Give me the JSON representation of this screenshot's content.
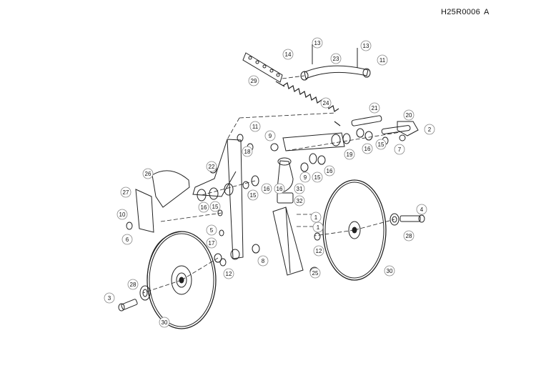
{
  "drawing": {
    "code": "H25R0006",
    "revision": "A"
  },
  "callouts": [
    {
      "n": "13"
    },
    {
      "n": "13"
    },
    {
      "n": "14"
    },
    {
      "n": "23"
    },
    {
      "n": "11"
    },
    {
      "n": "29"
    },
    {
      "n": "24"
    },
    {
      "n": "21"
    },
    {
      "n": "20"
    },
    {
      "n": "2"
    },
    {
      "n": "11"
    },
    {
      "n": "9"
    },
    {
      "n": "18"
    },
    {
      "n": "16"
    },
    {
      "n": "15"
    },
    {
      "n": "7"
    },
    {
      "n": "19"
    },
    {
      "n": "16"
    },
    {
      "n": "22"
    },
    {
      "n": "9"
    },
    {
      "n": "15"
    },
    {
      "n": "16"
    },
    {
      "n": "26"
    },
    {
      "n": "16"
    },
    {
      "n": "15"
    },
    {
      "n": "31"
    },
    {
      "n": "32"
    },
    {
      "n": "27"
    },
    {
      "n": "16"
    },
    {
      "n": "15"
    },
    {
      "n": "1"
    },
    {
      "n": "4"
    },
    {
      "n": "10"
    },
    {
      "n": "6"
    },
    {
      "n": "5"
    },
    {
      "n": "1"
    },
    {
      "n": "28"
    },
    {
      "n": "17"
    },
    {
      "n": "12"
    },
    {
      "n": "8"
    },
    {
      "n": "12"
    },
    {
      "n": "25"
    },
    {
      "n": "30"
    },
    {
      "n": "28"
    },
    {
      "n": "3"
    },
    {
      "n": "30"
    }
  ]
}
